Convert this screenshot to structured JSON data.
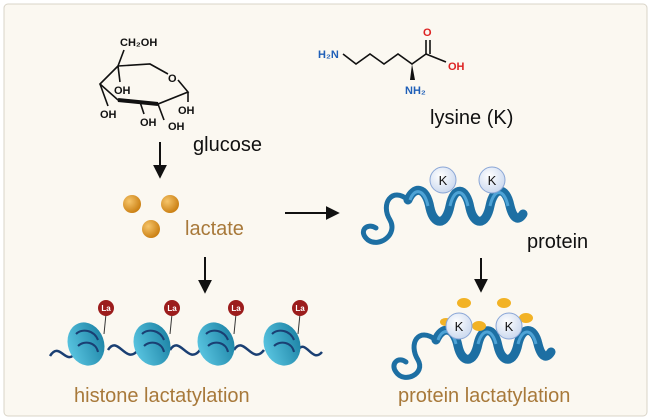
{
  "glucose": {
    "name": "glucose",
    "atoms": {
      "ch2oh": "CH₂OH",
      "ring_o": "O",
      "oh": "OH"
    }
  },
  "lysine": {
    "name": "lysine (K)",
    "atoms": {
      "h2n": "H₂N",
      "carbonyl_o": "O",
      "oh": "OH",
      "nh2": "NH₂"
    }
  },
  "lactate": {
    "name": "lactate"
  },
  "protein": {
    "name": "protein",
    "residue_label": "K"
  },
  "histone_lactylation": {
    "name": "histone lactatylation",
    "mark_label": "La"
  },
  "protein_lactylation": {
    "name": "protein lactatylation",
    "residue_label": "K"
  },
  "colors": {
    "background": "#fbf8f1",
    "lactate_ball": "#e09a2b",
    "helix": "#1d6fa3",
    "nucleosome": "#2fa2c2",
    "la_mark": "#9c1d1d",
    "k_circle": "#dde7f5",
    "gold_label": "#a8793a"
  }
}
